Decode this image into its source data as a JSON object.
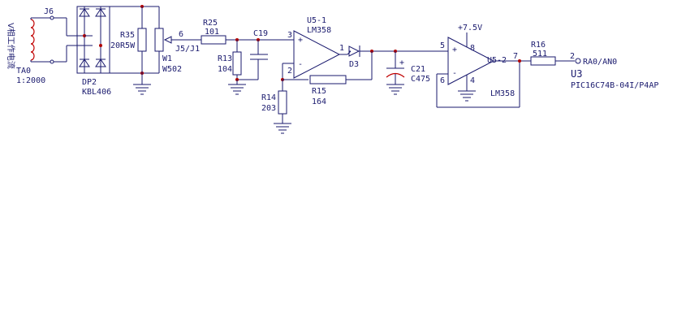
{
  "labels": {
    "vertical_text": "V相工作电流",
    "ta_ref": "TA0",
    "ta_ratio": "1:2000",
    "j6": "J6",
    "dp2_ref": "DP2",
    "dp2_val": "KBL406",
    "r35_ref": "R35",
    "r35_val": "20R5W",
    "w1_ref": "W1",
    "w1_val": "W502",
    "pin6": "6",
    "j5j1": "J5/J1",
    "r25_ref": "R25",
    "r25_val": "101",
    "c19_ref": "C19",
    "r13_ref": "R13",
    "r13_val": "104",
    "u51_ref": "U5-1",
    "u51_val": "LM358",
    "pin3": "3",
    "pin2": "2",
    "pin1": "1",
    "plus": "+",
    "minus": "-",
    "d3": "D3",
    "r14_ref": "R14",
    "r14_val": "203",
    "r15_ref": "R15",
    "r15_val": "164",
    "c21_ref": "C21",
    "c21_val": "C475",
    "c21_plus": "+",
    "vcc": "+7.5V",
    "pin5": "5",
    "pin6b": "6",
    "pin8": "8",
    "pin4": "4",
    "pin7": "7",
    "u52_ref": "U5-2",
    "u52_val": "LM358",
    "r16_ref": "R16",
    "r16_val": "511",
    "pin2b": "2",
    "ra0": "RA0/AN0",
    "u3": "U3",
    "pic": "PIC16C74B-04I/P4AP"
  }
}
